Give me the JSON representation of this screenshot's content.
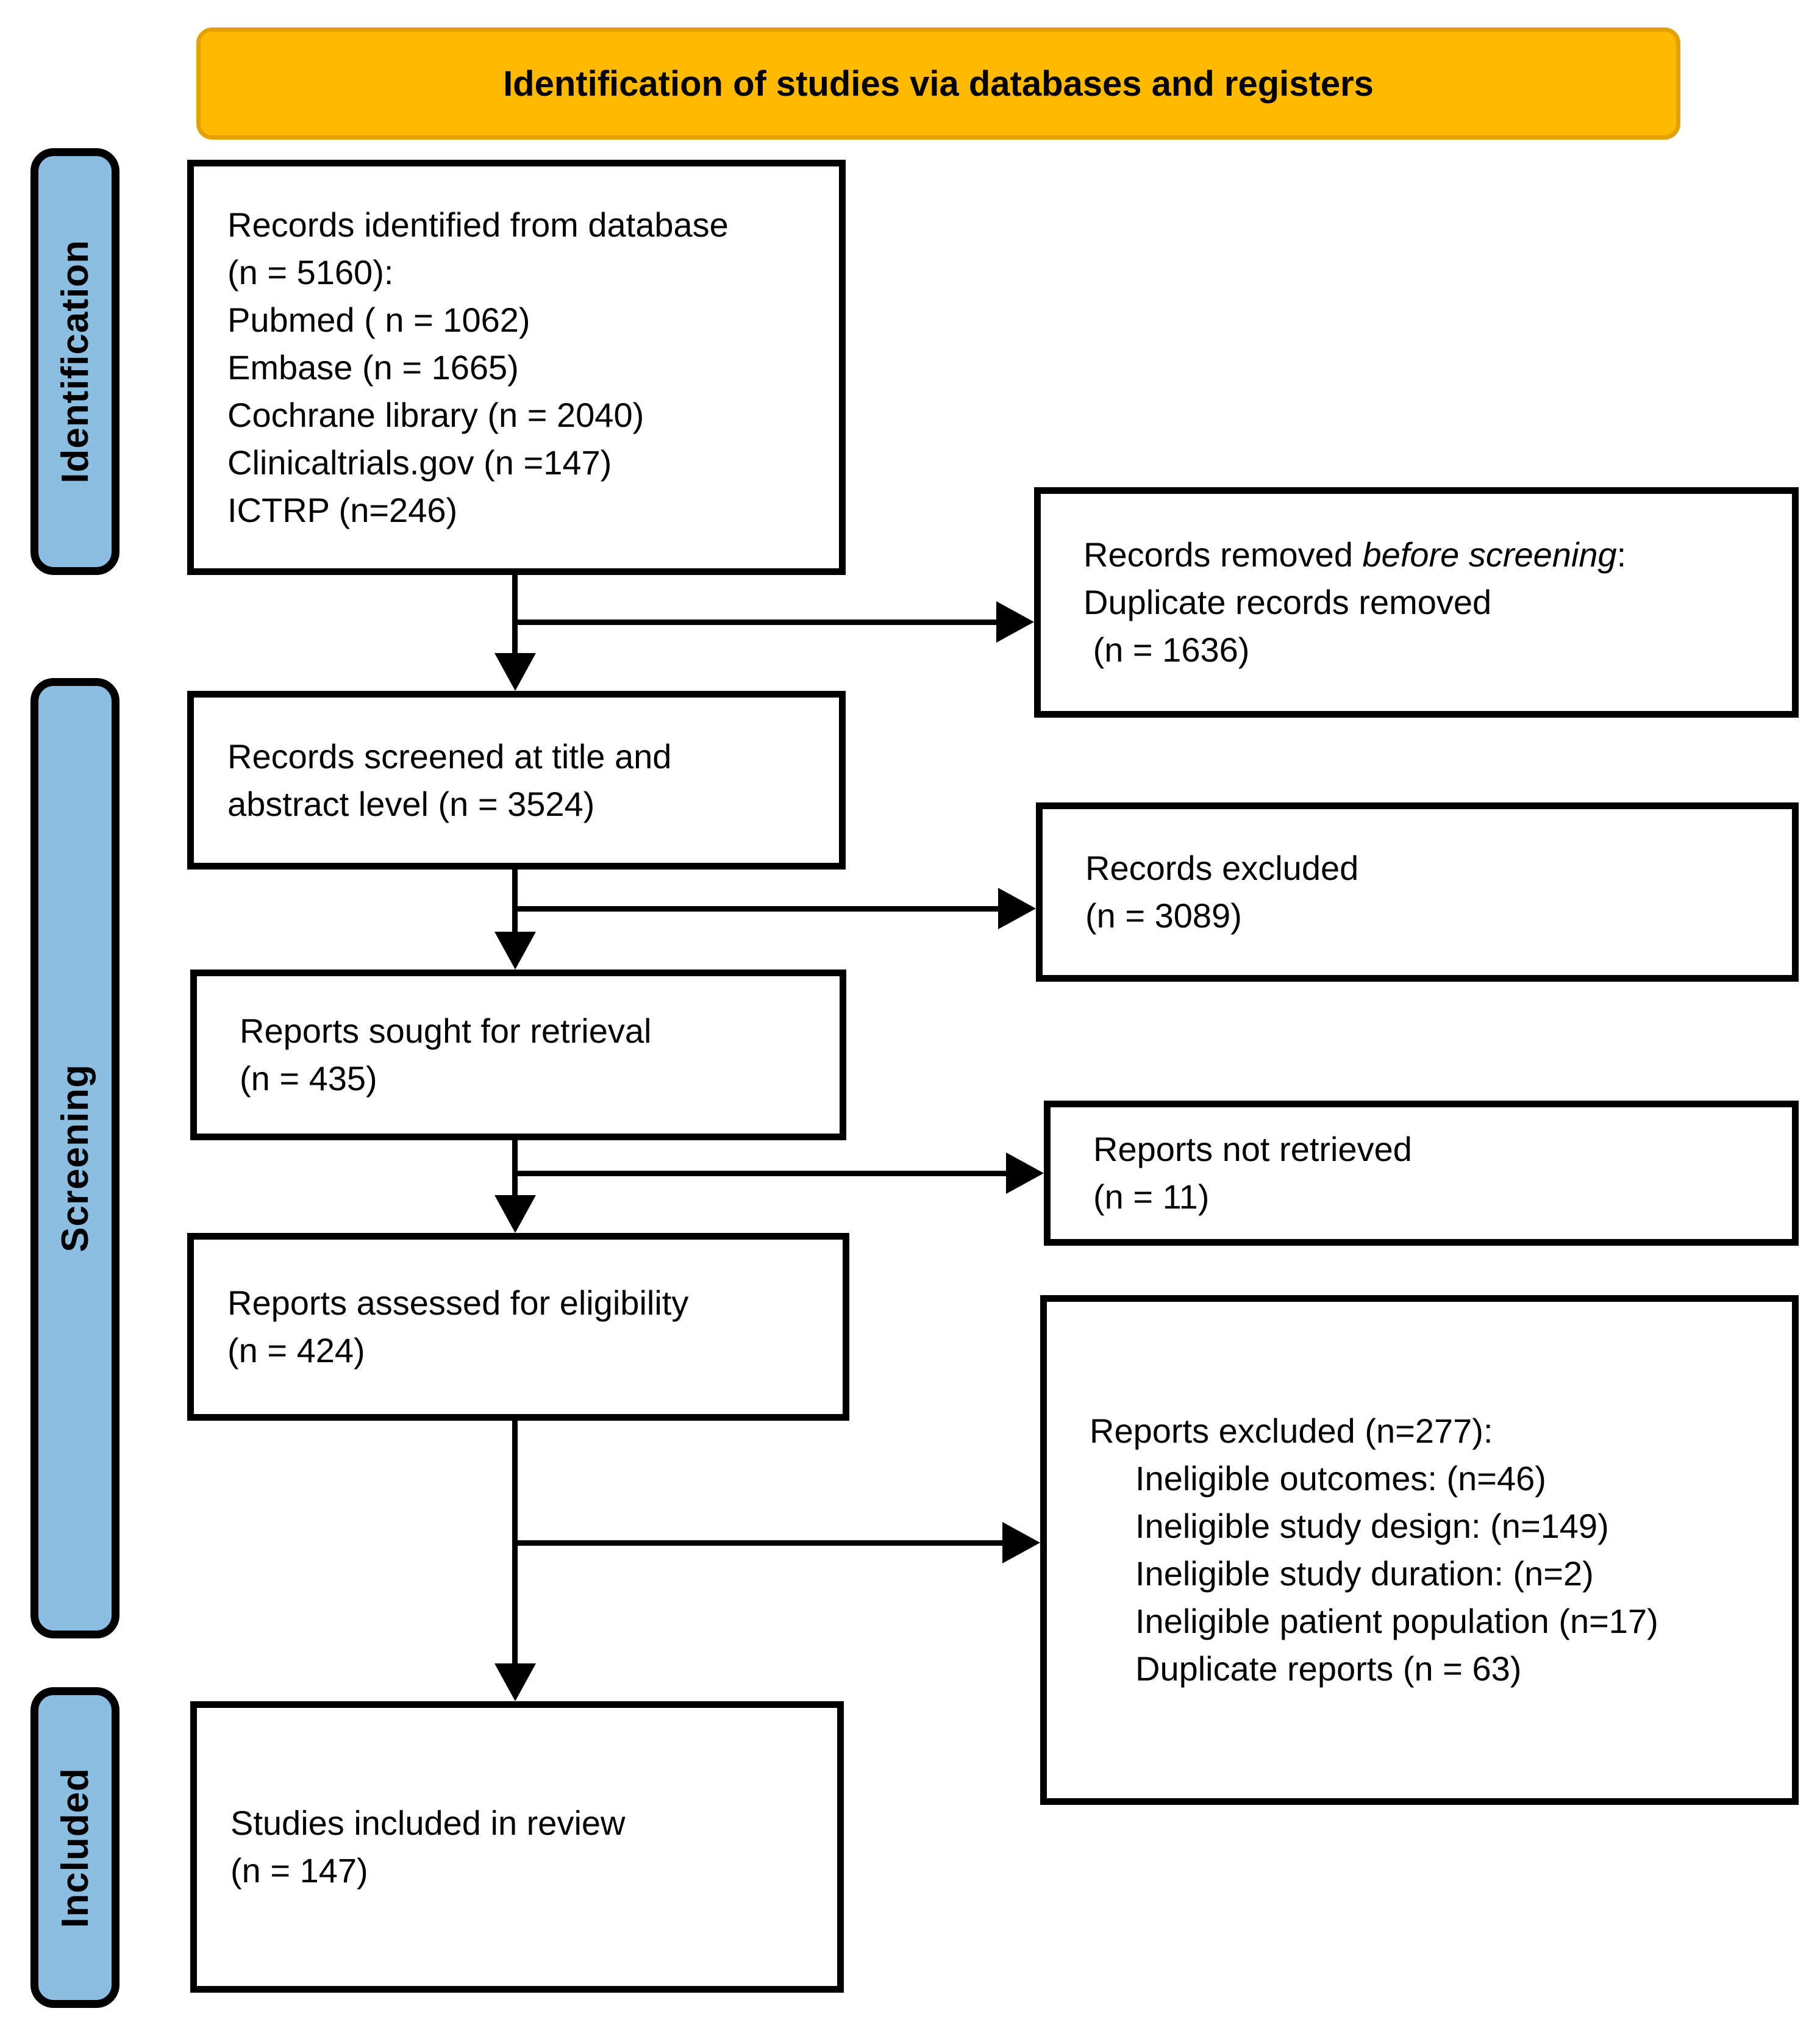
{
  "banner": {
    "title": "Identification of studies via databases and registers"
  },
  "stages": [
    {
      "label": "Identification"
    },
    {
      "label": "Screening"
    },
    {
      "label": "Included"
    }
  ],
  "boxes": {
    "identified": {
      "lines": [
        "Records identified from database",
        "(n = 5160):",
        "Pubmed ( n = 1062)",
        "Embase (n = 1665)",
        "Cochrane library (n = 2040)",
        "Clinicaltrials.gov (n =147)",
        "ICTRP (n=246)"
      ]
    },
    "removed": {
      "line1_prefix": "Records removed ",
      "line1_italic": "before screening",
      "line1_suffix": ":",
      "line2": "Duplicate records removed",
      "line3": " (n = 1636)"
    },
    "screened": {
      "lines": [
        "Records screened at title and",
        "abstract level (n = 3524)"
      ]
    },
    "records_excluded": {
      "lines": [
        "Records excluded",
        "(n = 3089)"
      ]
    },
    "sought": {
      "lines": [
        "Reports sought for retrieval",
        "(n = 435)"
      ]
    },
    "not_retrieved": {
      "lines": [
        "Reports not retrieved",
        "(n = 11)"
      ]
    },
    "assessed": {
      "lines": [
        "Reports assessed for eligibility",
        "(n = 424)"
      ]
    },
    "reports_excluded": {
      "title": "Reports excluded (n=277):",
      "items": [
        "Ineligible outcomes: (n=46)",
        "Ineligible study design: (n=149)",
        "Ineligible study duration: (n=2)",
        "Ineligible patient population (n=17)",
        "Duplicate reports (n = 63)"
      ]
    },
    "included": {
      "lines": [
        "Studies included in review",
        "(n = 147)"
      ]
    }
  },
  "colors": {
    "banner_fill": "#FFBA00",
    "banner_border": "#E2A104",
    "stage_fill": "#8CBEE2",
    "line_color": "#000000"
  }
}
